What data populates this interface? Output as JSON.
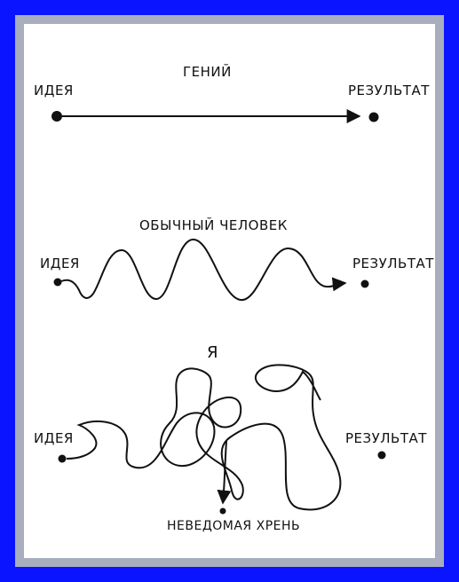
{
  "panels": [
    {
      "heading": "ГЕНИЙ",
      "start_label": "ИДЕЯ",
      "end_label": "РЕЗУЛЬТАТ"
    },
    {
      "heading": "ОБЫЧНЫЙ ЧЕЛОВЕК",
      "start_label": "ИДЕЯ",
      "end_label": "РЕЗУЛЬТАТ"
    },
    {
      "heading": "Я",
      "start_label": "ИДЕЯ",
      "end_label": "РЕЗУЛЬТАТ",
      "detour_label": "НЕВЕДОМАЯ ХРЕНЬ"
    }
  ]
}
